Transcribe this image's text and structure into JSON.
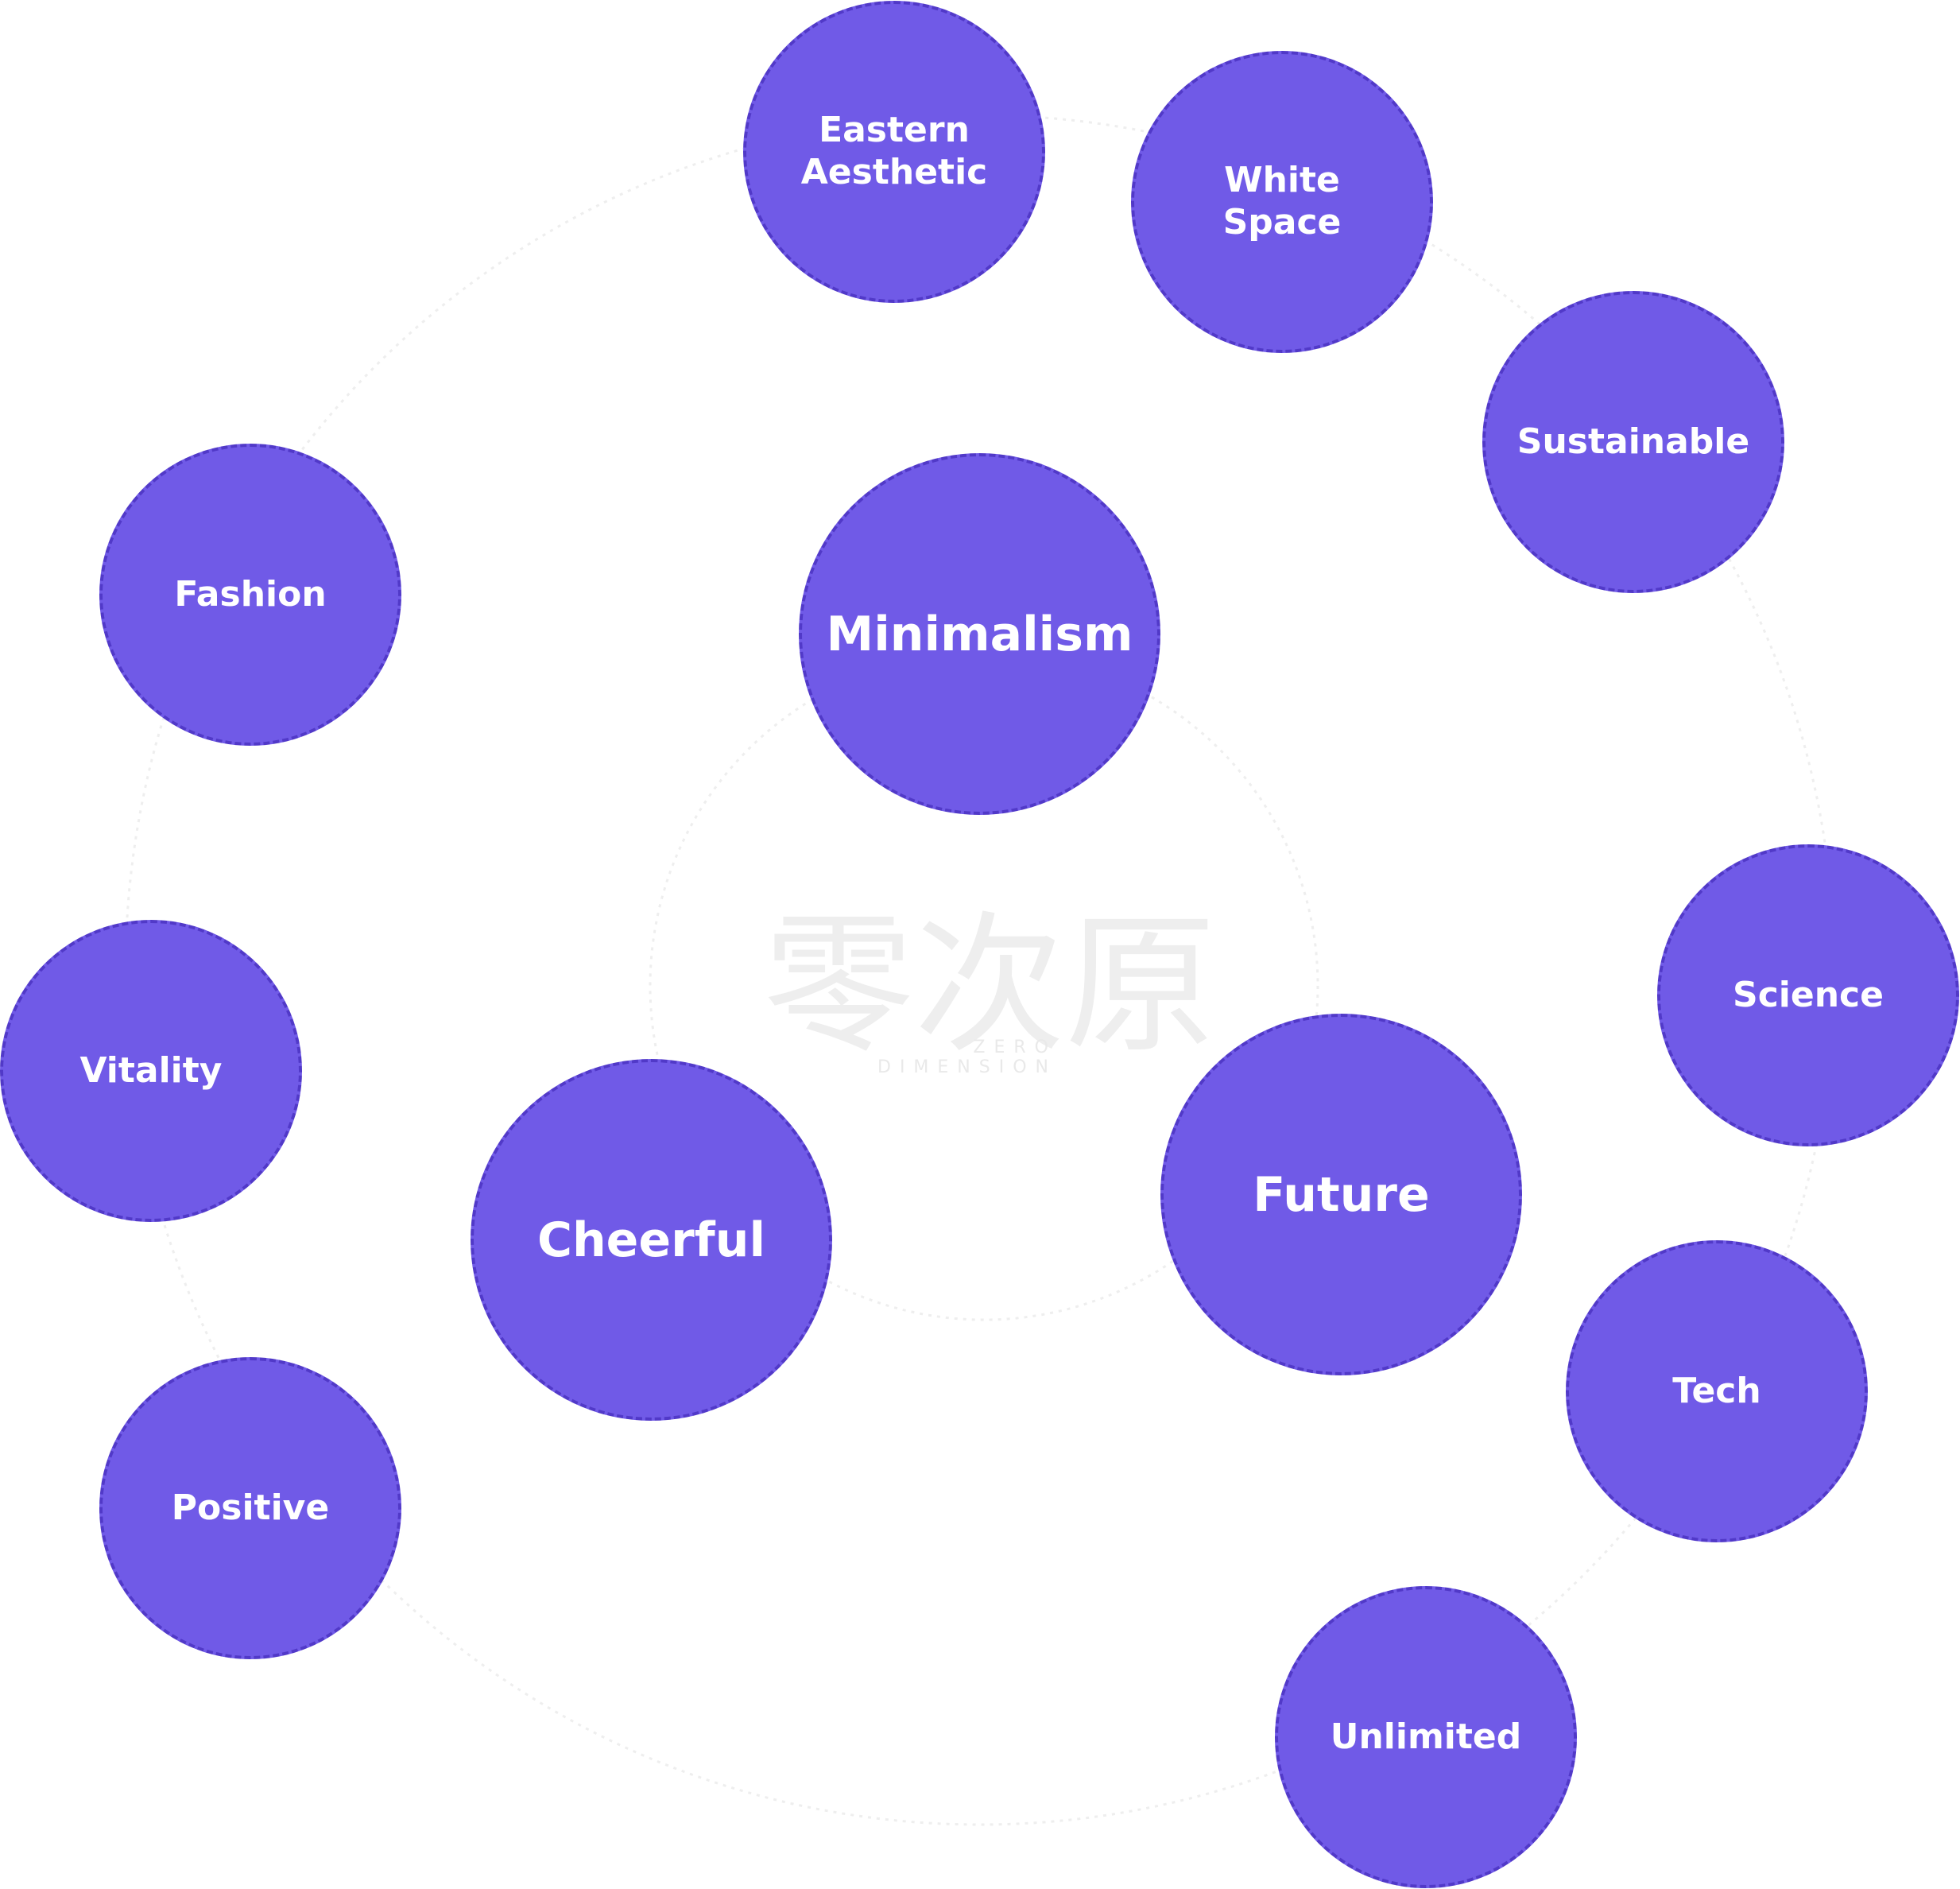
{
  "diagram": {
    "logo": {
      "text": "零次原",
      "subtitle_top": "ZERO",
      "subtitle_bottom": "DIMENSION"
    },
    "main_keywords": [
      "Minimalism",
      "Cheerful",
      "Future"
    ],
    "minimalism_cluster": [
      "Eastern\nAesthetic",
      "White\nSpace",
      "Sustainable"
    ],
    "cheerful_cluster": [
      "Fashion",
      "Vitality",
      "Positive"
    ],
    "future_cluster": [
      "Science",
      "Tech",
      "Unlimited"
    ],
    "colors": {
      "bubble_fill": "#705ae7",
      "bubble_border": "#5139c8",
      "label": "#ffffff",
      "guide": "#eeeeee"
    }
  }
}
